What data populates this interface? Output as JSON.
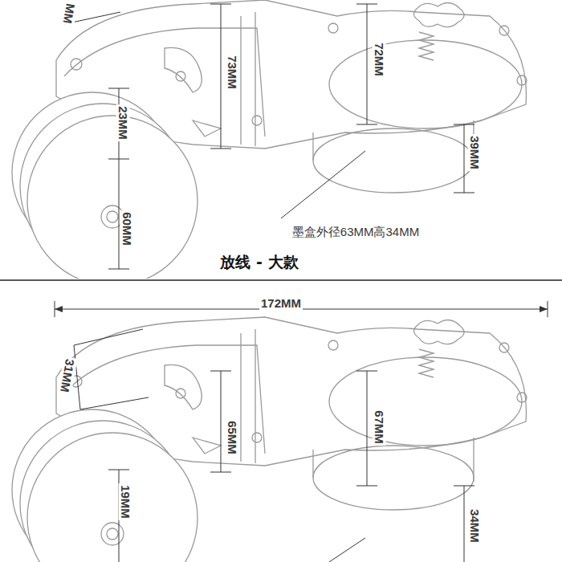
{
  "diagram": {
    "title": "放线 - 大款",
    "labels": [
      "MM",
      "73MM",
      "72MM",
      "23MM",
      "39MM",
      "60MM",
      "墨盒外径63MM高34MM",
      "172MM",
      "31MM",
      "65MM",
      "67MM",
      "19MM",
      "34MM"
    ]
  }
}
